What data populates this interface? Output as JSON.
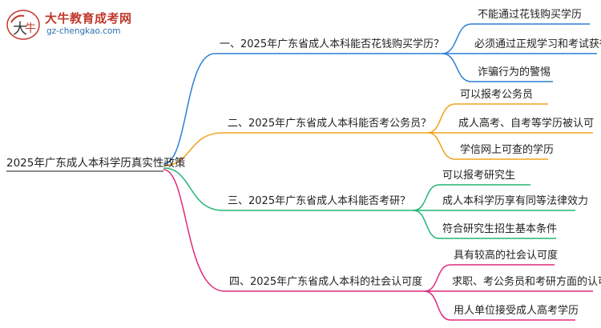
{
  "logo": {
    "title": "大牛教育成考网",
    "url": "gz-chengkao.com"
  },
  "root": {
    "label": "2025年广东成人本科学历真实性政策"
  },
  "colors": {
    "branch1": "#2d7fd8",
    "branch2": "#f1a21c",
    "branch3": "#22b573",
    "branch4": "#e0287a",
    "root_link": "#444444",
    "logo_red": "#c0392b",
    "logo_blue": "#2a6fb0"
  },
  "branches": [
    {
      "label": "一、2025年广东省成人本科能否花钱购买学历？",
      "leaves": [
        "不能通过花钱购买学历",
        "必须通过正规学习和考试获得",
        "诈骗行为的警惕"
      ]
    },
    {
      "label": "二、2025年广东省成人本科能否考公务员？",
      "leaves": [
        "可以报考公务员",
        "成人高考、自考等学历被认可",
        "学信网上可查的学历"
      ]
    },
    {
      "label": "三、2025年广东省成人本科能否考研？",
      "leaves": [
        "可以报考研究生",
        "成人本科学历享有同等法律效力",
        "符合研究生招生基本条件"
      ]
    },
    {
      "label": "四、2025年广东省成人本科的社会认可度",
      "leaves": [
        "具有较高的社会认可度",
        "求职、考公务员和考研方面的认可",
        "用人单位接受成人高考学历"
      ]
    }
  ]
}
